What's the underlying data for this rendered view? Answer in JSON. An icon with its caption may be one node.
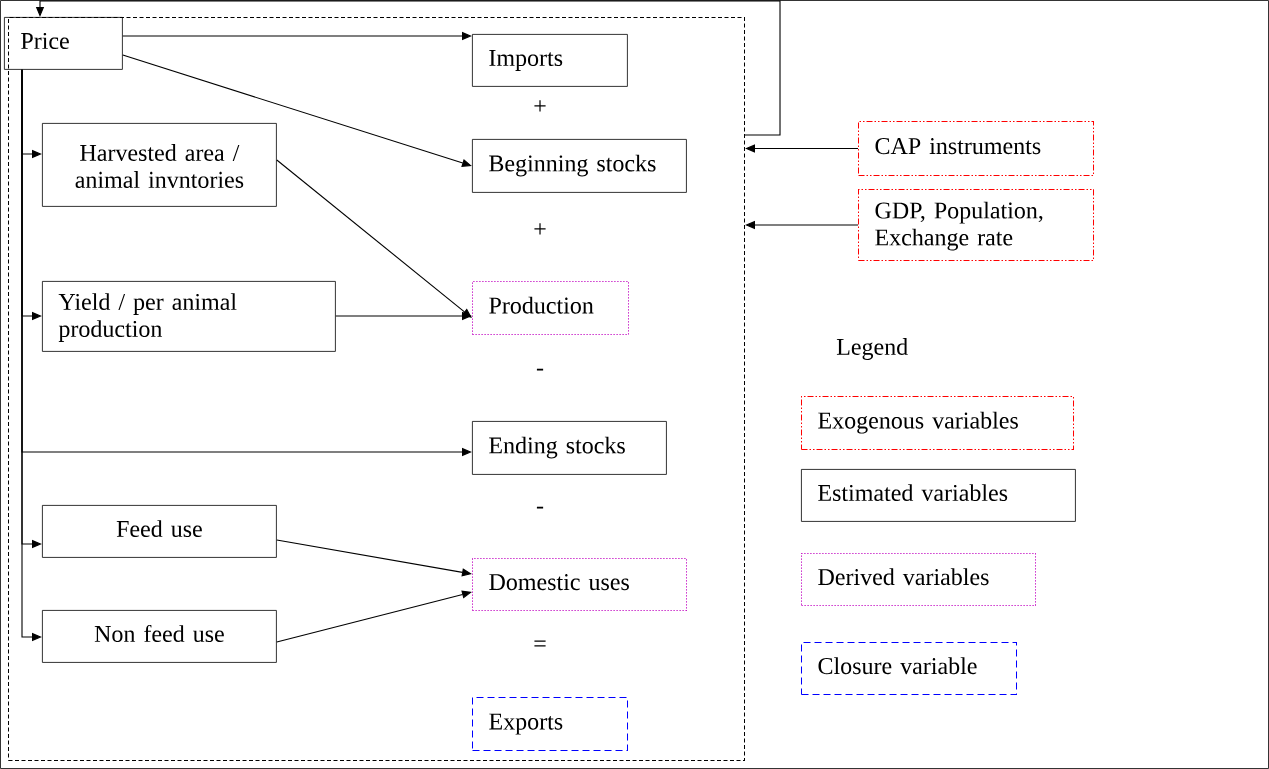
{
  "diagram": {
    "nodes": [
      {
        "text": [],
        "shape": "box"
      },
      {
        "text": [
          "Price"
        ],
        "in": 0
      },
      {
        "text": [
          "Imports"
        ],
        "in": 0
      },
      {
        "text": [
          "Harvested area / animal invntories"
        ],
        "in": 0
      },
      {
        "text": [
          "Beginning stocks"
        ],
        "in": 0
      },
      {
        "text": [
          "Yield / per animal production"
        ],
        "in": 0
      },
      {
        "text": [
          "Production"
        ],
        "in": 0
      },
      {
        "text": [
          "Ending stocks"
        ],
        "in": 0
      },
      {
        "text": [
          "Feed use"
        ],
        "in": 0
      },
      {
        "text": [
          "Domestic uses"
        ],
        "in": 0
      },
      {
        "text": [
          "Non feed use"
        ],
        "in": 0
      },
      {
        "text": [
          "Exports"
        ],
        "in": 0
      },
      {
        "text": [
          "CAP instruments"
        ]
      },
      {
        "text": [
          "GDP, Population, Exchange rate"
        ]
      }
    ],
    "edges": [
      {
        "from": 0,
        "to": 1,
        "arrow": "to"
      },
      {
        "from": 1,
        "to": 2,
        "arrow": "to"
      },
      {
        "from": 1,
        "to": 4,
        "arrow": "to"
      },
      {
        "from": 1,
        "to": 3,
        "arrow": "to"
      },
      {
        "from": 1,
        "to": 5,
        "arrow": "to"
      },
      {
        "from": 1,
        "to": 7,
        "arrow": "to"
      },
      {
        "from": 1,
        "to": 8,
        "arrow": "to"
      },
      {
        "from": 1,
        "to": 10,
        "arrow": "to"
      },
      {
        "from": 3,
        "to": 6,
        "arrow": "to"
      },
      {
        "from": 5,
        "to": 6,
        "arrow": "to"
      },
      {
        "from": 8,
        "to": 9,
        "arrow": "to"
      },
      {
        "from": 10,
        "to": 9,
        "arrow": "to"
      },
      {
        "from": 12,
        "to": 0,
        "arrow": "to"
      },
      {
        "from": 13,
        "to": 0,
        "arrow": "to"
      }
    ],
    "labels": [
      "+",
      "+",
      "-",
      "-",
      "=",
      "Legend"
    ],
    "legend": [
      {
        "text": "Exogenous variables"
      },
      {
        "text": "Estimated variables"
      },
      {
        "text": "Derived variables"
      },
      {
        "text": "Closure variable"
      }
    ]
  }
}
